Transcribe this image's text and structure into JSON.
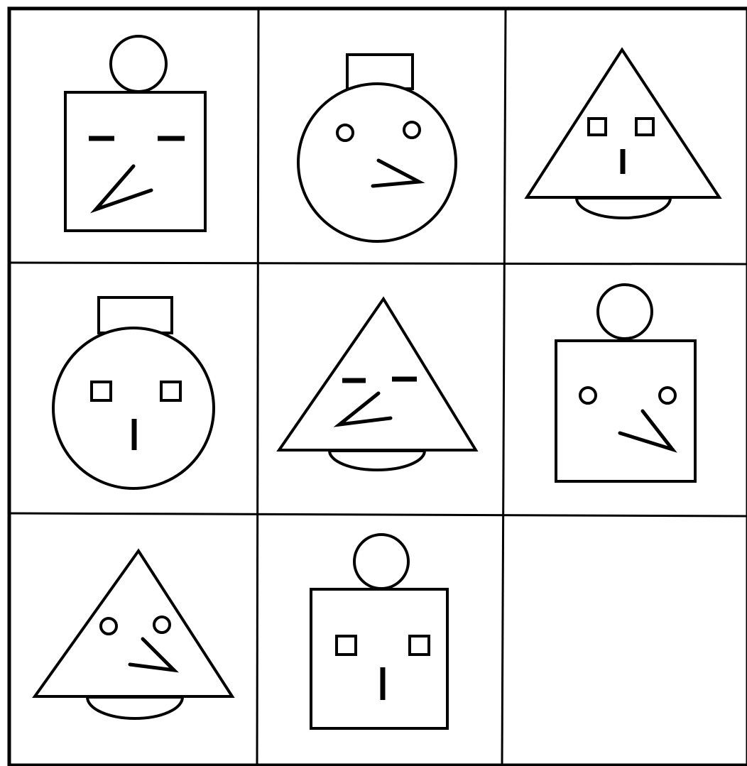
{
  "puzzle": {
    "rows": 3,
    "cols": 3,
    "cells": [
      {
        "head": "square",
        "hat": "circle",
        "eyes": "dash",
        "nose": "v-left-down"
      },
      {
        "head": "circle",
        "hat": "rectangle",
        "eyes": "circle",
        "nose": "v-right"
      },
      {
        "head": "triangle",
        "hat": "chin",
        "eyes": "square",
        "nose": "bar"
      },
      {
        "head": "circle",
        "hat": "rectangle",
        "eyes": "square",
        "nose": "bar"
      },
      {
        "head": "triangle",
        "hat": "chin",
        "eyes": "dash",
        "nose": "v-left-down"
      },
      {
        "head": "square",
        "hat": "circle",
        "eyes": "circle",
        "nose": "v-right"
      },
      {
        "head": "triangle",
        "hat": "chin",
        "eyes": "circle",
        "nose": "v-right"
      },
      {
        "head": "square",
        "hat": "circle",
        "eyes": "square",
        "nose": "bar"
      },
      {
        "head": "",
        "hat": "",
        "eyes": "",
        "nose": ""
      }
    ]
  }
}
